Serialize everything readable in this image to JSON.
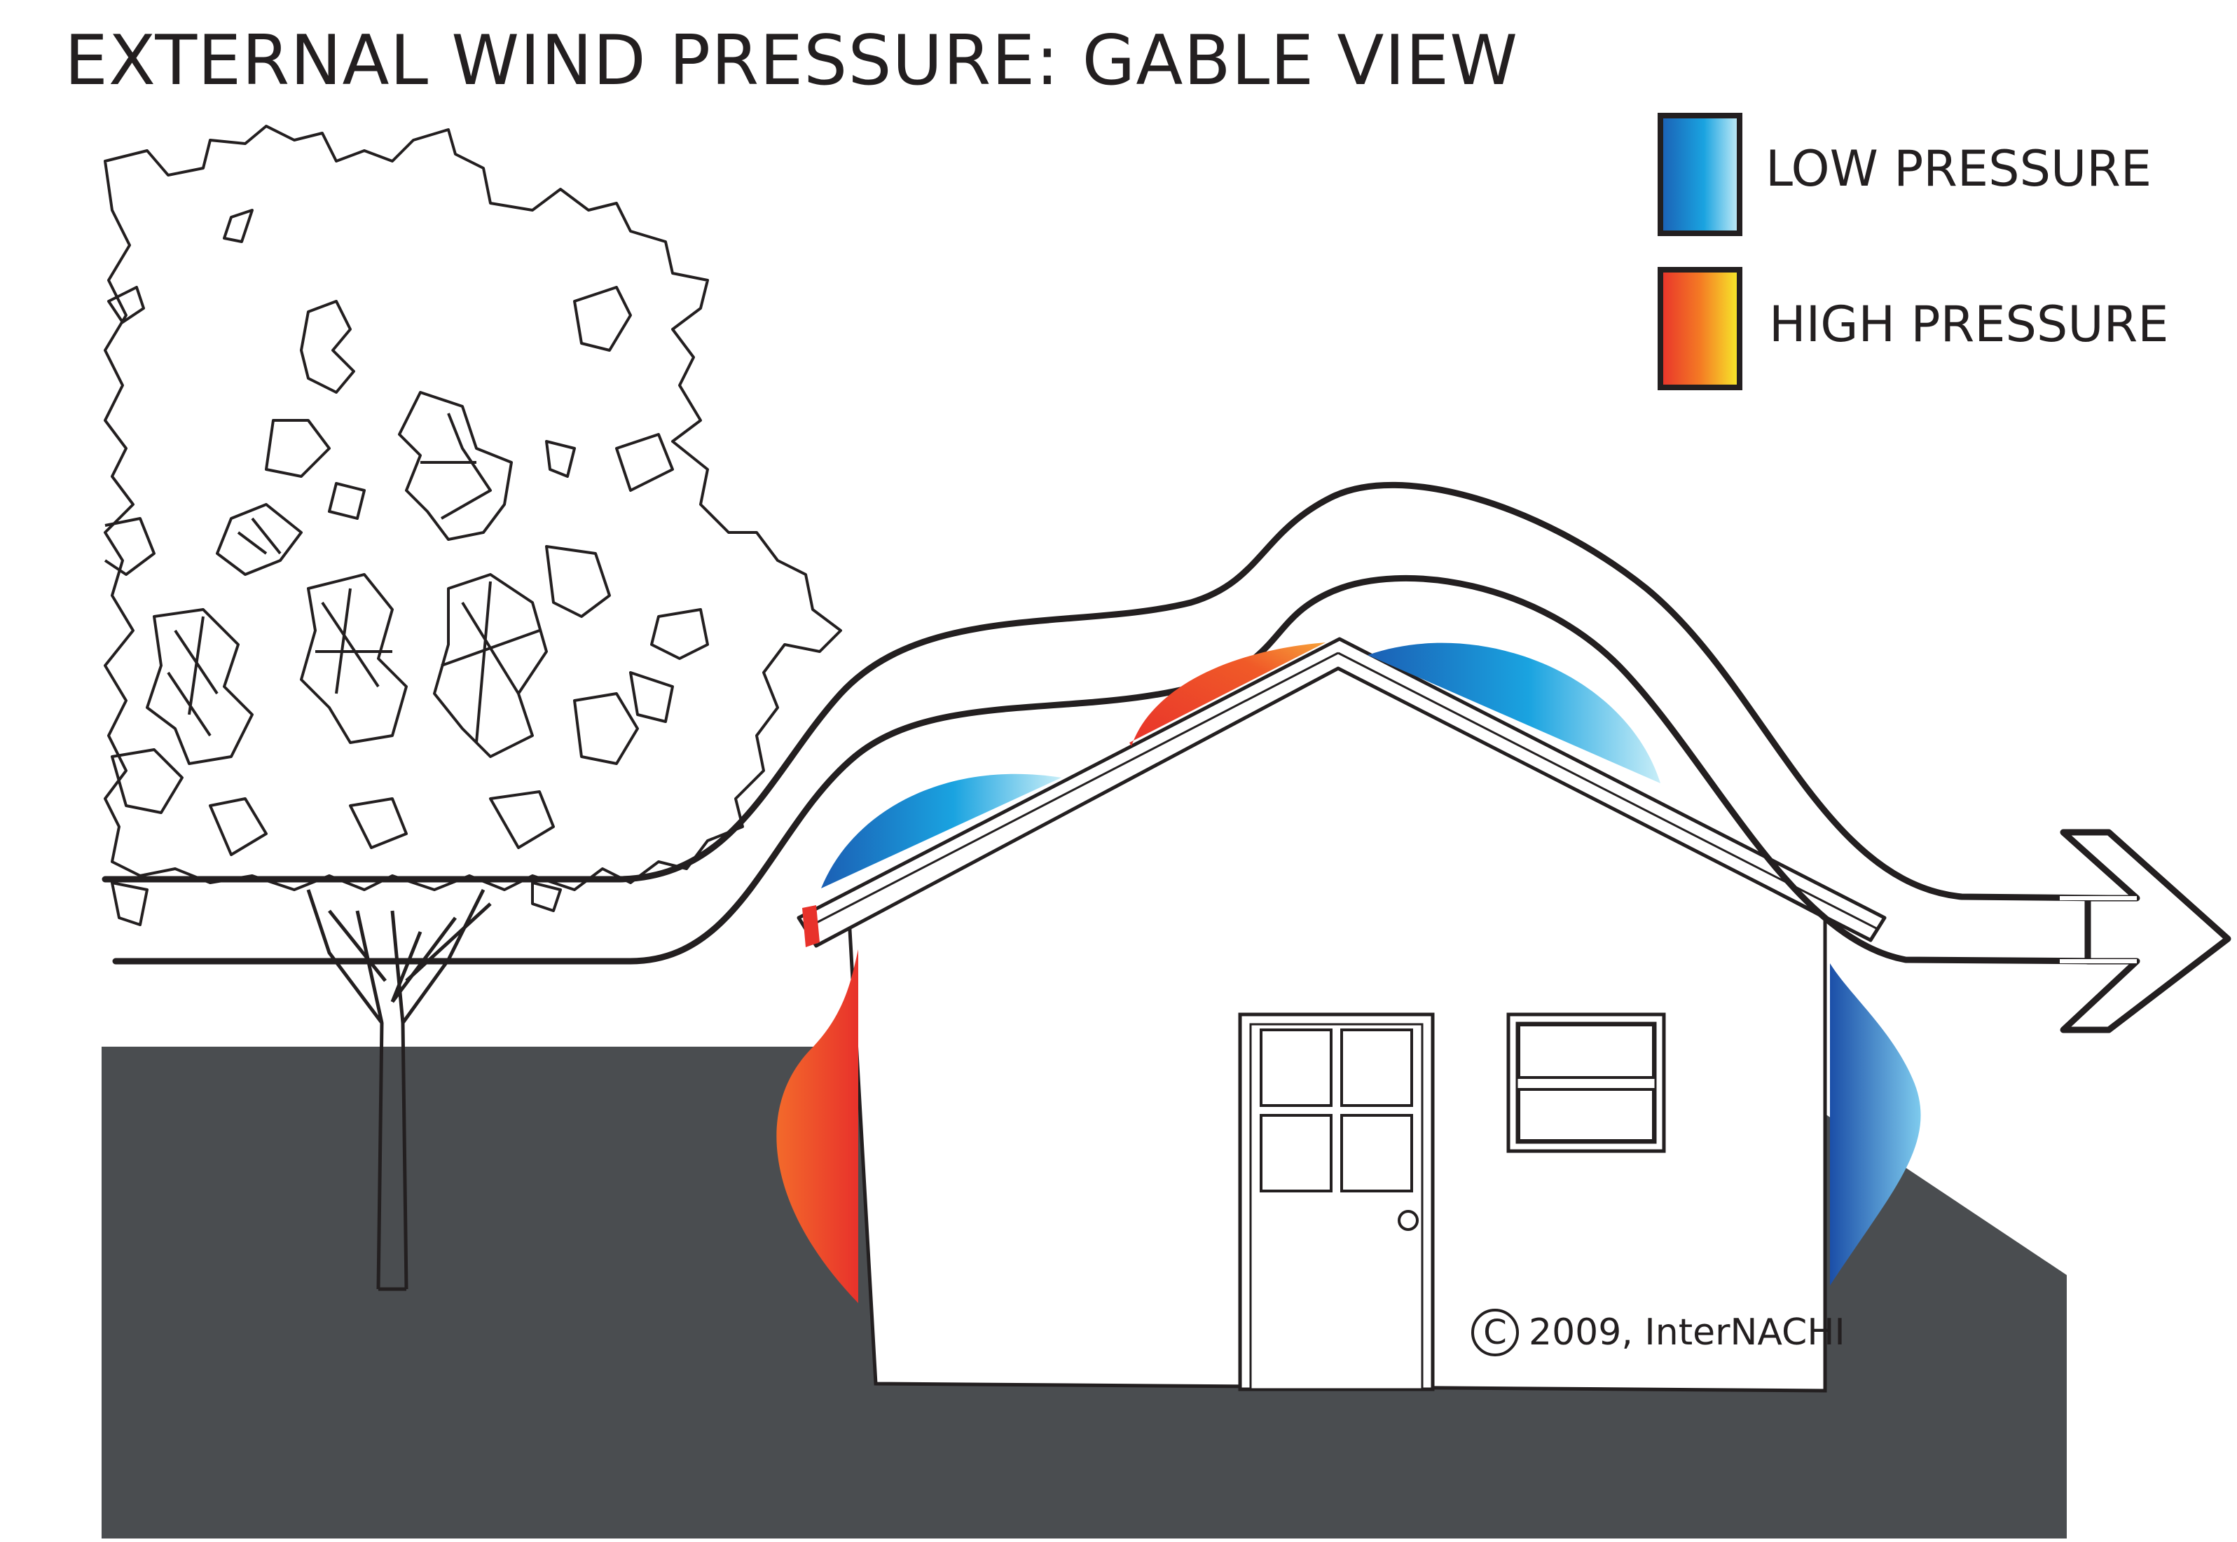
{
  "title": "EXTERNAL WIND PRESSURE: GABLE VIEW",
  "legend": {
    "low_label": "LOW PRESSURE",
    "high_label": "HIGH PRESSURE"
  },
  "credit": {
    "symbol": "C",
    "text": "2009, InterNACHI"
  },
  "colors": {
    "ground": "#4a4d50",
    "outline": "#231f20",
    "low_dark": "#1b5fb4",
    "low_light": "#8fd8f2",
    "high_dark": "#e8322b",
    "high_light": "#f7ec2a"
  }
}
